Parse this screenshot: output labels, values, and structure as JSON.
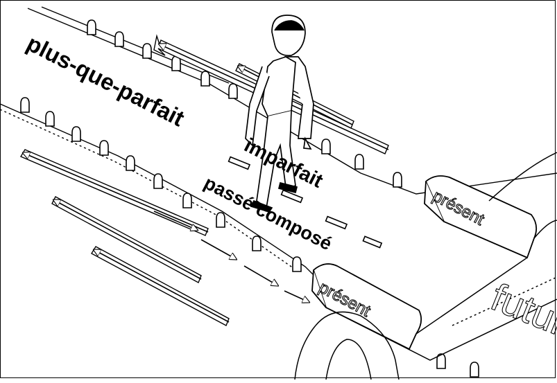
{
  "labels": {
    "plus_que_parfait": "plus-que-parfait",
    "imparfait": "imparfait",
    "passe_compose": "passé composé",
    "present_front": "présent",
    "present_back": "présent",
    "futur": "futur"
  },
  "colors": {
    "ink": "#000000",
    "paper": "#ffffff"
  }
}
